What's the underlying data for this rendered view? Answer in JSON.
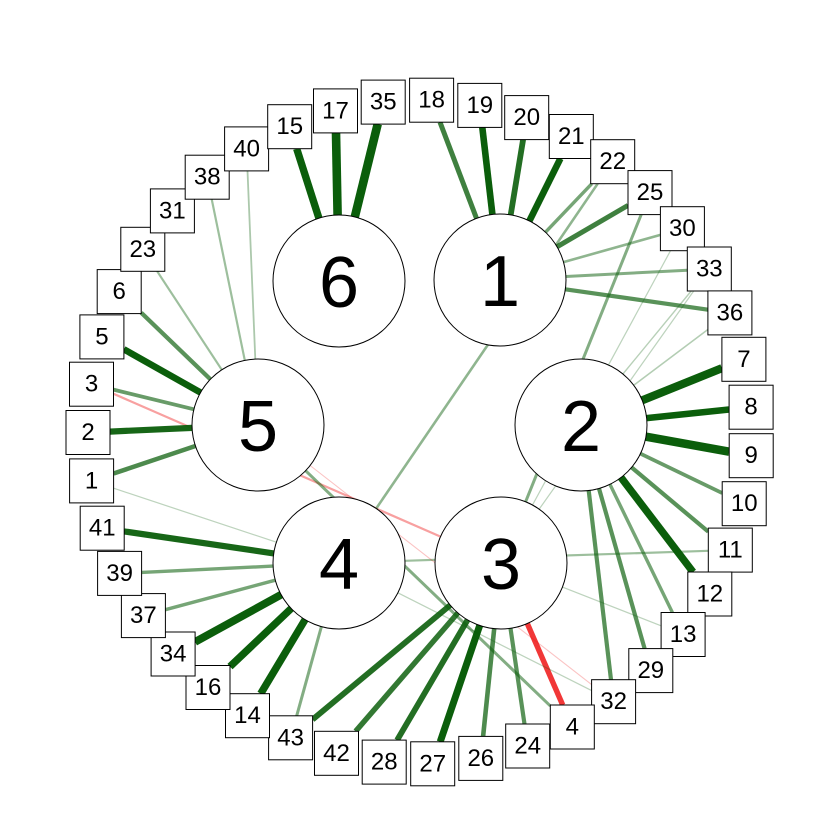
{
  "colors": {
    "positive": "#0b5e0b",
    "negative": "#ee1111",
    "box_stroke": "#000000",
    "background": "#ffffff"
  },
  "factors": [
    {
      "id": "1",
      "label": "1"
    },
    {
      "id": "2",
      "label": "2"
    },
    {
      "id": "3",
      "label": "3"
    },
    {
      "id": "4",
      "label": "4"
    },
    {
      "id": "5",
      "label": "5"
    },
    {
      "id": "6",
      "label": "6"
    }
  ],
  "items": [
    "18",
    "19",
    "20",
    "21",
    "22",
    "25",
    "30",
    "33",
    "36",
    "7",
    "8",
    "9",
    "10",
    "11",
    "12",
    "13",
    "29",
    "32",
    "4",
    "24",
    "26",
    "27",
    "28",
    "42",
    "43",
    "14",
    "16",
    "34",
    "37",
    "39",
    "41",
    "1",
    "2",
    "3",
    "5",
    "6",
    "23",
    "31",
    "38",
    "40",
    "15",
    "17",
    "35"
  ],
  "edges": [
    {
      "from": "1",
      "to": "18",
      "weight": 0.55,
      "sign": "+"
    },
    {
      "from": "1",
      "to": "19",
      "weight": 0.75,
      "sign": "+"
    },
    {
      "from": "1",
      "to": "20",
      "weight": 0.65,
      "sign": "+"
    },
    {
      "from": "1",
      "to": "21",
      "weight": 0.75,
      "sign": "+"
    },
    {
      "from": "1",
      "to": "22",
      "weight": 0.35,
      "sign": "+"
    },
    {
      "from": "1",
      "to": "25",
      "weight": 0.55,
      "sign": "+"
    },
    {
      "from": "1",
      "to": "30",
      "weight": 0.25,
      "sign": "+"
    },
    {
      "from": "1",
      "to": "33",
      "weight": 0.3,
      "sign": "+"
    },
    {
      "from": "1",
      "to": "36",
      "weight": 0.45,
      "sign": "+"
    },
    {
      "from": "2",
      "to": "7",
      "weight": 0.95,
      "sign": "+"
    },
    {
      "from": "2",
      "to": "8",
      "weight": 0.75,
      "sign": "+"
    },
    {
      "from": "2",
      "to": "9",
      "weight": 1.0,
      "sign": "+"
    },
    {
      "from": "2",
      "to": "10",
      "weight": 0.4,
      "sign": "+"
    },
    {
      "from": "2",
      "to": "11",
      "weight": 0.45,
      "sign": "+"
    },
    {
      "from": "2",
      "to": "12",
      "weight": 0.85,
      "sign": "+"
    },
    {
      "from": "2",
      "to": "13",
      "weight": 0.35,
      "sign": "+"
    },
    {
      "from": "2",
      "to": "29",
      "weight": 0.45,
      "sign": "+"
    },
    {
      "from": "2",
      "to": "32",
      "weight": 0.45,
      "sign": "+"
    },
    {
      "from": "2",
      "to": "36",
      "weight": 0.12,
      "sign": "+"
    },
    {
      "from": "2",
      "to": "33",
      "weight": 0.1,
      "sign": "+"
    },
    {
      "from": "3",
      "to": "4",
      "weight": 0.6,
      "sign": "-"
    },
    {
      "from": "3",
      "to": "24",
      "weight": 0.45,
      "sign": "+"
    },
    {
      "from": "3",
      "to": "26",
      "weight": 0.5,
      "sign": "+"
    },
    {
      "from": "3",
      "to": "27",
      "weight": 0.8,
      "sign": "+"
    },
    {
      "from": "3",
      "to": "28",
      "weight": 0.65,
      "sign": "+"
    },
    {
      "from": "3",
      "to": "42",
      "weight": 0.6,
      "sign": "+"
    },
    {
      "from": "3",
      "to": "43",
      "weight": 0.65,
      "sign": "+"
    },
    {
      "from": "3",
      "to": "25",
      "weight": 0.3,
      "sign": "+"
    },
    {
      "from": "3",
      "to": "30",
      "weight": 0.08,
      "sign": "+"
    },
    {
      "from": "3",
      "to": "33",
      "weight": 0.08,
      "sign": "+"
    },
    {
      "from": "3",
      "to": "3",
      "weight": 0.2,
      "sign": "-"
    },
    {
      "from": "3",
      "to": "13",
      "weight": 0.08,
      "sign": "+"
    },
    {
      "from": "4",
      "to": "41",
      "weight": 0.7,
      "sign": "+"
    },
    {
      "from": "4",
      "to": "39",
      "weight": 0.35,
      "sign": "+"
    },
    {
      "from": "4",
      "to": "37",
      "weight": 0.35,
      "sign": "+"
    },
    {
      "from": "4",
      "to": "34",
      "weight": 0.9,
      "sign": "+"
    },
    {
      "from": "4",
      "to": "16",
      "weight": 0.85,
      "sign": "+"
    },
    {
      "from": "4",
      "to": "14",
      "weight": 0.85,
      "sign": "+"
    },
    {
      "from": "4",
      "to": "43",
      "weight": 0.3,
      "sign": "+"
    },
    {
      "from": "4",
      "to": "22",
      "weight": 0.25,
      "sign": "+"
    },
    {
      "from": "4",
      "to": "11",
      "weight": 0.2,
      "sign": "+"
    },
    {
      "from": "4",
      "to": "32",
      "weight": 0.08,
      "sign": "+"
    },
    {
      "from": "4",
      "to": "1",
      "weight": 0.08,
      "sign": "+"
    },
    {
      "from": "5",
      "to": "1",
      "weight": 0.5,
      "sign": "+"
    },
    {
      "from": "5",
      "to": "2",
      "weight": 0.7,
      "sign": "+"
    },
    {
      "from": "5",
      "to": "3",
      "weight": 0.4,
      "sign": "+"
    },
    {
      "from": "5",
      "to": "5",
      "weight": 0.75,
      "sign": "+"
    },
    {
      "from": "5",
      "to": "6",
      "weight": 0.45,
      "sign": "+"
    },
    {
      "from": "5",
      "to": "23",
      "weight": 0.2,
      "sign": "+"
    },
    {
      "from": "5",
      "to": "38",
      "weight": 0.2,
      "sign": "+"
    },
    {
      "from": "5",
      "to": "40",
      "weight": 0.15,
      "sign": "+"
    },
    {
      "from": "5",
      "to": "4",
      "weight": 0.3,
      "sign": "+"
    },
    {
      "from": "5",
      "to": "32",
      "weight": 0.06,
      "sign": "-"
    },
    {
      "from": "6",
      "to": "15",
      "weight": 0.85,
      "sign": "+"
    },
    {
      "from": "6",
      "to": "17",
      "weight": 1.0,
      "sign": "+"
    },
    {
      "from": "6",
      "to": "35",
      "weight": 1.0,
      "sign": "+"
    }
  ]
}
